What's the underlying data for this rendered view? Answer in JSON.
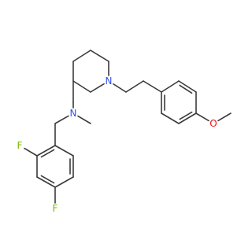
{
  "molecule": {
    "atoms": [
      {
        "id": "N1",
        "label": "N",
        "color": "#3050F8",
        "name": "piperidine-nitrogen-label"
      },
      {
        "id": "N2",
        "label": "N",
        "color": "#3050F8",
        "name": "amine-nitrogen-label"
      },
      {
        "id": "O1",
        "label": "O",
        "color": "#FF0D0D",
        "name": "methoxy-oxygen-label"
      },
      {
        "id": "F1",
        "label": "F",
        "color": "#7AB800",
        "name": "fluorine-ortho-label"
      },
      {
        "id": "F2",
        "label": "F",
        "color": "#7AB800",
        "name": "fluorine-para-label"
      }
    ],
    "bond_color": "#3a3a3a"
  }
}
